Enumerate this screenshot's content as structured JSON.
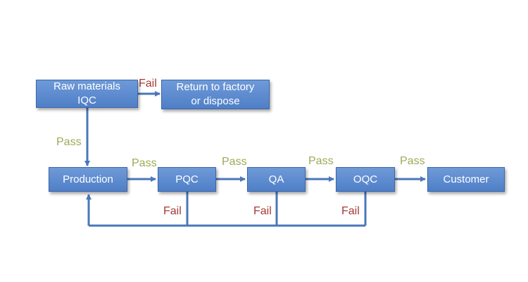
{
  "colors": {
    "box_fill": "#5a88cc",
    "box_border": "#3a66ab",
    "box_text": "#ffffff",
    "connector": "#4b77ba",
    "pass_label": "#9bab57",
    "fail_label": "#a53a35"
  },
  "nodes": {
    "iqc": {
      "line1": "Raw materials",
      "line2": "IQC"
    },
    "return": {
      "line1": "Return to factory",
      "line2": "or dispose"
    },
    "production": "Production",
    "pqc": "PQC",
    "qa": "QA",
    "oqc": "OQC",
    "customer": "Customer"
  },
  "labels": {
    "pass": "Pass",
    "fail": "Fail"
  }
}
